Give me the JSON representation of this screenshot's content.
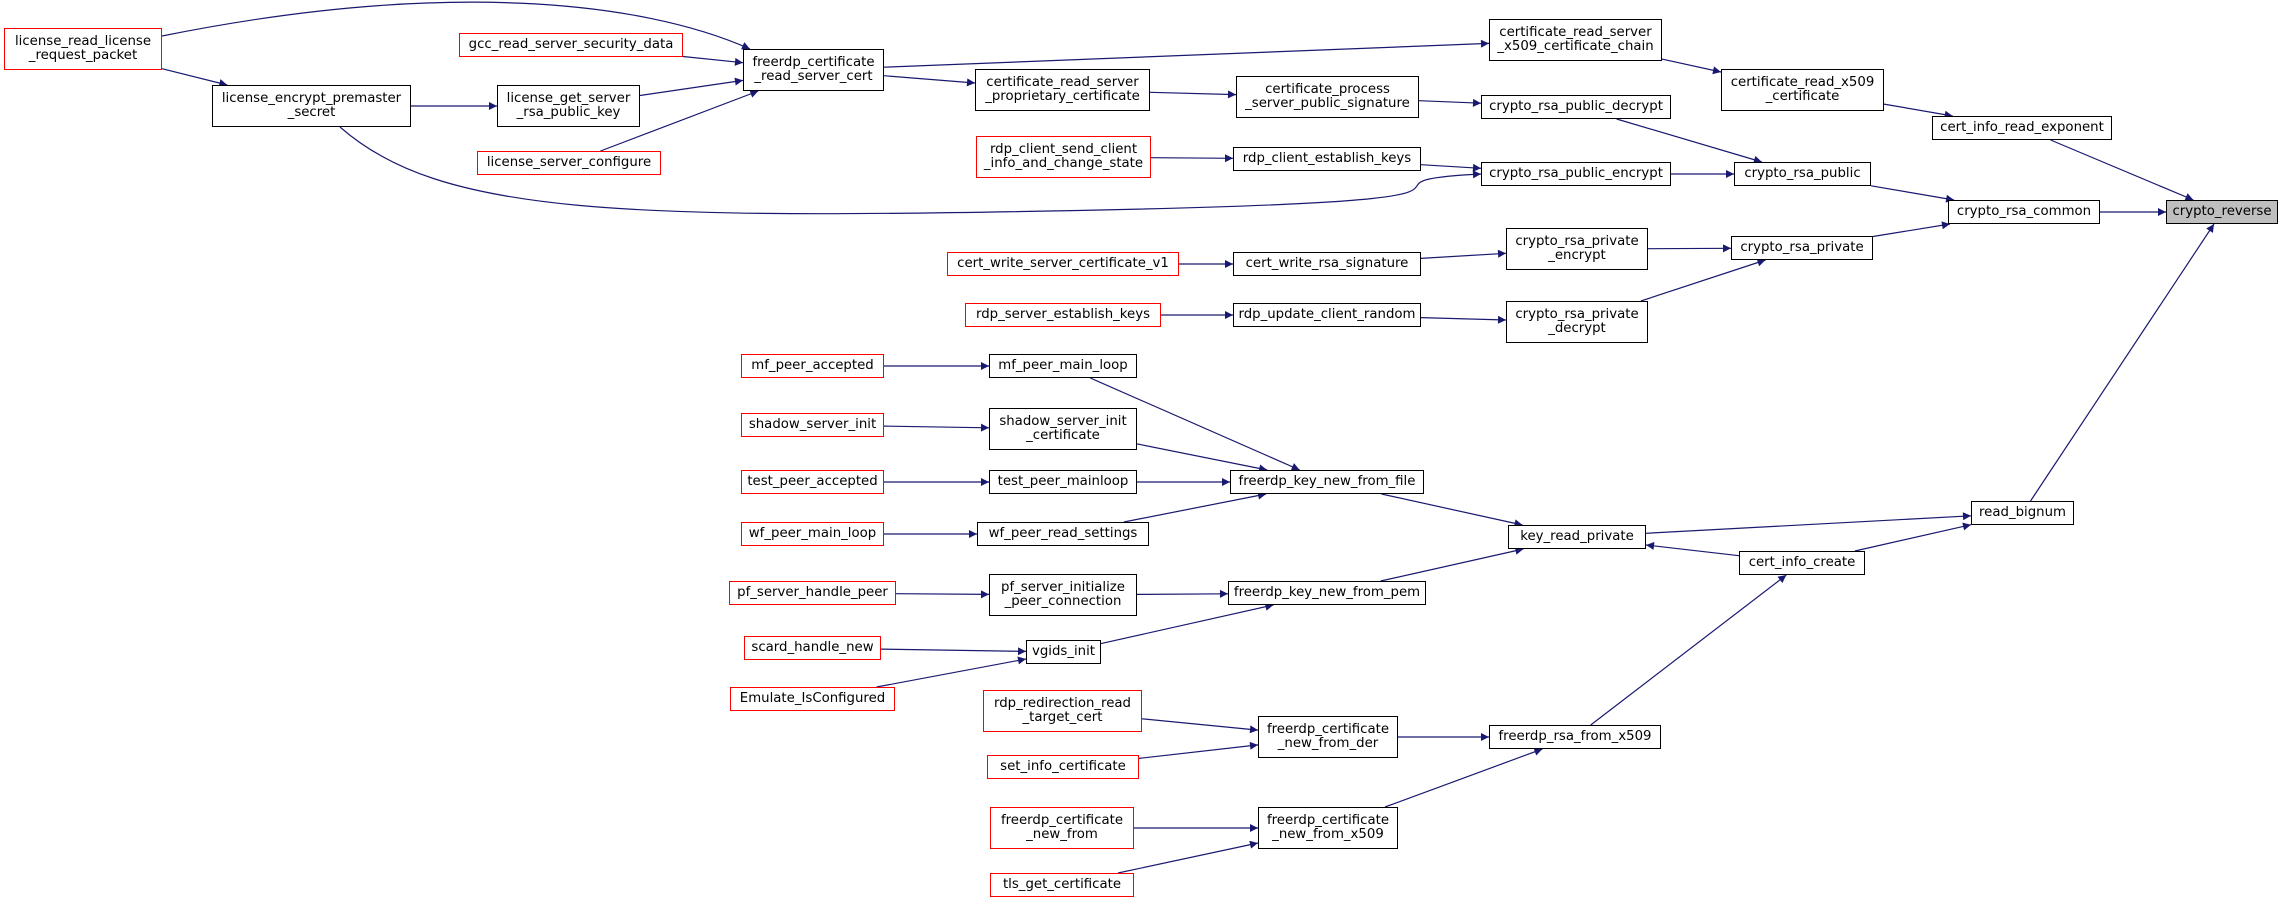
{
  "colors": {
    "edge": "#191970",
    "node_border": "#000000",
    "caller_border": "#ff0000",
    "root_fill": "#bfbfbf"
  },
  "nodes": {
    "crypto_reverse": {
      "label": "crypto_reverse",
      "kind": "root"
    },
    "cert_info_read_exponent": {
      "label": "cert_info_read_exponent",
      "kind": "normal"
    },
    "crypto_rsa_common": {
      "label": "crypto_rsa_common",
      "kind": "normal"
    },
    "read_bignum": {
      "label": "read_bignum",
      "kind": "normal"
    },
    "certificate_read_x509_certificate": {
      "label": "certificate_read_x509\n_certificate",
      "kind": "normal"
    },
    "crypto_rsa_public": {
      "label": "crypto_rsa_public",
      "kind": "normal"
    },
    "crypto_rsa_private": {
      "label": "crypto_rsa_private",
      "kind": "normal"
    },
    "certificate_read_server_x509_certificate_chain": {
      "label": "certificate_read_server\n_x509_certificate_chain",
      "kind": "normal"
    },
    "crypto_rsa_public_decrypt": {
      "label": "crypto_rsa_public_decrypt",
      "kind": "normal"
    },
    "crypto_rsa_public_encrypt": {
      "label": "crypto_rsa_public_encrypt",
      "kind": "normal"
    },
    "crypto_rsa_private_encrypt": {
      "label": "crypto_rsa_private\n_encrypt",
      "kind": "normal"
    },
    "crypto_rsa_private_decrypt": {
      "label": "crypto_rsa_private\n_decrypt",
      "kind": "normal"
    },
    "key_read_private": {
      "label": "key_read_private",
      "kind": "normal"
    },
    "cert_info_create": {
      "label": "cert_info_create",
      "kind": "normal"
    },
    "freerdp_rsa_from_x509": {
      "label": "freerdp_rsa_from_x509",
      "kind": "normal"
    },
    "certificate_process_server_public_signature": {
      "label": "certificate_process\n_server_public_signature",
      "kind": "normal"
    },
    "rdp_client_establish_keys": {
      "label": "rdp_client_establish_keys",
      "kind": "normal"
    },
    "cert_write_rsa_signature": {
      "label": "cert_write_rsa_signature",
      "kind": "normal"
    },
    "rdp_update_client_random": {
      "label": "rdp_update_client_random",
      "kind": "normal"
    },
    "freerdp_key_new_from_file": {
      "label": "freerdp_key_new_from_file",
      "kind": "normal"
    },
    "freerdp_key_new_from_pem": {
      "label": "freerdp_key_new_from_pem",
      "kind": "normal"
    },
    "freerdp_certificate_new_from_der": {
      "label": "freerdp_certificate\n_new_from_der",
      "kind": "normal"
    },
    "freerdp_certificate_new_from_x509": {
      "label": "freerdp_certificate\n_new_from_x509",
      "kind": "normal"
    },
    "certificate_read_server_proprietary_certificate": {
      "label": "certificate_read_server\n_proprietary_certificate",
      "kind": "normal"
    },
    "freerdp_certificate_read_server_cert": {
      "label": "freerdp_certificate\n_read_server_cert",
      "kind": "normal"
    },
    "rdp_client_send_client_info_and_change_state": {
      "label": "rdp_client_send_client\n_info_and_change_state",
      "kind": "caller"
    },
    "cert_write_server_certificate_v1": {
      "label": "cert_write_server_certificate_v1",
      "kind": "caller"
    },
    "rdp_server_establish_keys": {
      "label": "rdp_server_establish_keys",
      "kind": "caller"
    },
    "mf_peer_main_loop": {
      "label": "mf_peer_main_loop",
      "kind": "normal"
    },
    "shadow_server_init_certificate": {
      "label": "shadow_server_init\n_certificate",
      "kind": "normal"
    },
    "test_peer_mainloop": {
      "label": "test_peer_mainloop",
      "kind": "normal"
    },
    "wf_peer_read_settings": {
      "label": "wf_peer_read_settings",
      "kind": "normal"
    },
    "pf_server_initialize_peer_connection": {
      "label": "pf_server_initialize\n_peer_connection",
      "kind": "normal"
    },
    "vgids_init": {
      "label": "vgids_init",
      "kind": "normal"
    },
    "rdp_redirection_read_target_cert": {
      "label": "rdp_redirection_read\n_target_cert",
      "kind": "caller"
    },
    "set_info_certificate": {
      "label": "set_info_certificate",
      "kind": "caller"
    },
    "freerdp_certificate_new_from": {
      "label": "freerdp_certificate\n_new_from",
      "kind": "caller"
    },
    "tls_get_certificate": {
      "label": "tls_get_certificate",
      "kind": "caller"
    },
    "gcc_read_server_security_data": {
      "label": "gcc_read_server_security_data",
      "kind": "caller"
    },
    "license_get_server_rsa_public_key": {
      "label": "license_get_server\n_rsa_public_key",
      "kind": "normal"
    },
    "license_server_configure": {
      "label": "license_server_configure",
      "kind": "caller"
    },
    "license_encrypt_premaster_secret": {
      "label": "license_encrypt_premaster\n_secret",
      "kind": "normal"
    },
    "license_read_license_request_packet": {
      "label": "license_read_license\n_request_packet",
      "kind": "caller"
    },
    "mf_peer_accepted": {
      "label": "mf_peer_accepted",
      "kind": "caller"
    },
    "shadow_server_init": {
      "label": "shadow_server_init",
      "kind": "caller"
    },
    "test_peer_accepted": {
      "label": "test_peer_accepted",
      "kind": "caller"
    },
    "wf_peer_main_loop": {
      "label": "wf_peer_main_loop",
      "kind": "caller"
    },
    "pf_server_handle_peer": {
      "label": "pf_server_handle_peer",
      "kind": "caller"
    },
    "scard_handle_new": {
      "label": "scard_handle_new",
      "kind": "caller"
    },
    "Emulate_IsConfigured": {
      "label": "Emulate_IsConfigured",
      "kind": "caller"
    }
  },
  "edges": [
    [
      "cert_info_read_exponent",
      "crypto_reverse"
    ],
    [
      "crypto_rsa_common",
      "crypto_reverse"
    ],
    [
      "read_bignum",
      "crypto_reverse"
    ],
    [
      "certificate_read_x509_certificate",
      "cert_info_read_exponent"
    ],
    [
      "crypto_rsa_public",
      "crypto_rsa_common"
    ],
    [
      "crypto_rsa_private",
      "crypto_rsa_common"
    ],
    [
      "key_read_private",
      "read_bignum"
    ],
    [
      "cert_info_create",
      "read_bignum"
    ],
    [
      "certificate_read_server_x509_certificate_chain",
      "certificate_read_x509_certificate"
    ],
    [
      "crypto_rsa_public_decrypt",
      "crypto_rsa_public"
    ],
    [
      "crypto_rsa_public_encrypt",
      "crypto_rsa_public"
    ],
    [
      "crypto_rsa_private_encrypt",
      "crypto_rsa_private"
    ],
    [
      "crypto_rsa_private_decrypt",
      "crypto_rsa_private"
    ],
    [
      "cert_info_create",
      "key_read_private"
    ],
    [
      "freerdp_rsa_from_x509",
      "cert_info_create"
    ],
    [
      "freerdp_certificate_read_server_cert",
      "certificate_read_server_x509_certificate_chain"
    ],
    [
      "certificate_process_server_public_signature",
      "crypto_rsa_public_decrypt"
    ],
    [
      "rdp_client_establish_keys",
      "crypto_rsa_public_encrypt"
    ],
    [
      "license_encrypt_premaster_secret",
      "crypto_rsa_public_encrypt"
    ],
    [
      "cert_write_rsa_signature",
      "crypto_rsa_private_encrypt"
    ],
    [
      "rdp_update_client_random",
      "crypto_rsa_private_decrypt"
    ],
    [
      "freerdp_key_new_from_file",
      "key_read_private"
    ],
    [
      "freerdp_key_new_from_pem",
      "key_read_private"
    ],
    [
      "freerdp_certificate_new_from_der",
      "freerdp_rsa_from_x509"
    ],
    [
      "freerdp_certificate_new_from_x509",
      "freerdp_rsa_from_x509"
    ],
    [
      "certificate_read_server_proprietary_certificate",
      "certificate_process_server_public_signature"
    ],
    [
      "freerdp_certificate_read_server_cert",
      "certificate_read_server_proprietary_certificate"
    ],
    [
      "rdp_client_send_client_info_and_change_state",
      "rdp_client_establish_keys"
    ],
    [
      "cert_write_server_certificate_v1",
      "cert_write_rsa_signature"
    ],
    [
      "rdp_server_establish_keys",
      "rdp_update_client_random"
    ],
    [
      "mf_peer_main_loop",
      "freerdp_key_new_from_file"
    ],
    [
      "shadow_server_init_certificate",
      "freerdp_key_new_from_file"
    ],
    [
      "test_peer_mainloop",
      "freerdp_key_new_from_file"
    ],
    [
      "wf_peer_read_settings",
      "freerdp_key_new_from_file"
    ],
    [
      "pf_server_initialize_peer_connection",
      "freerdp_key_new_from_pem"
    ],
    [
      "vgids_init",
      "freerdp_key_new_from_pem"
    ],
    [
      "rdp_redirection_read_target_cert",
      "freerdp_certificate_new_from_der"
    ],
    [
      "set_info_certificate",
      "freerdp_certificate_new_from_der"
    ],
    [
      "freerdp_certificate_new_from",
      "freerdp_certificate_new_from_x509"
    ],
    [
      "tls_get_certificate",
      "freerdp_certificate_new_from_x509"
    ],
    [
      "license_read_license_request_packet",
      "freerdp_certificate_read_server_cert"
    ],
    [
      "gcc_read_server_security_data",
      "freerdp_certificate_read_server_cert"
    ],
    [
      "license_get_server_rsa_public_key",
      "freerdp_certificate_read_server_cert"
    ],
    [
      "license_server_configure",
      "freerdp_certificate_read_server_cert"
    ],
    [
      "license_encrypt_premaster_secret",
      "license_get_server_rsa_public_key"
    ],
    [
      "license_read_license_request_packet",
      "license_encrypt_premaster_secret"
    ],
    [
      "mf_peer_accepted",
      "mf_peer_main_loop"
    ],
    [
      "shadow_server_init",
      "shadow_server_init_certificate"
    ],
    [
      "test_peer_accepted",
      "test_peer_mainloop"
    ],
    [
      "wf_peer_main_loop",
      "wf_peer_read_settings"
    ],
    [
      "pf_server_handle_peer",
      "pf_server_initialize_peer_connection"
    ],
    [
      "scard_handle_new",
      "vgids_init"
    ],
    [
      "Emulate_IsConfigured",
      "vgids_init"
    ]
  ]
}
